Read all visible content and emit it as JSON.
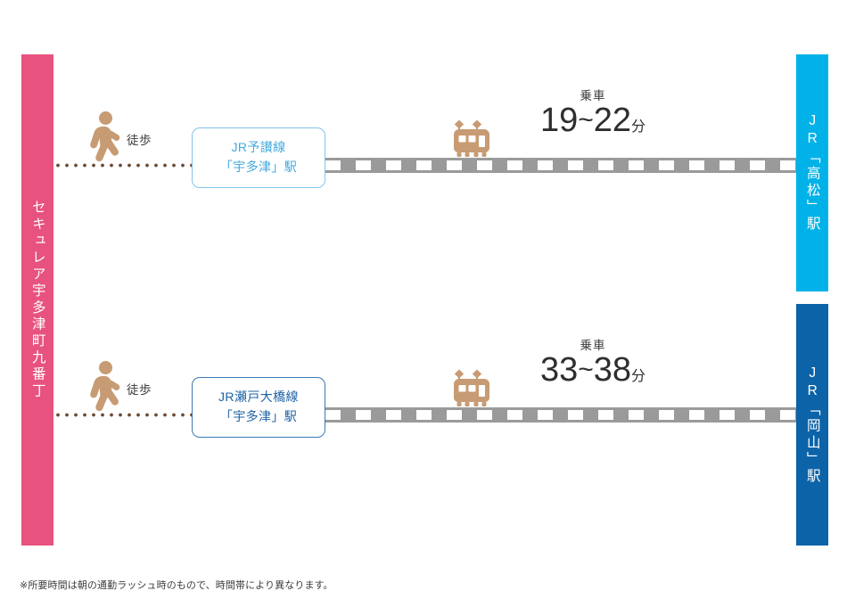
{
  "origin": {
    "label": "セキュレア宇多津町九番丁",
    "color": "#e8527e"
  },
  "destinations": [
    {
      "label": "JR「高松」駅",
      "color": "#00b2e8",
      "name": "takamatsu"
    },
    {
      "label": "JR「岡山」駅",
      "color": "#0c63a8",
      "name": "okayama"
    }
  ],
  "routes": [
    {
      "walk_label": "徒歩",
      "walk_icon": "walking-person-icon",
      "station_line": "JR予讃線",
      "station_name": "「宇多津」駅",
      "station_theme": "light",
      "train_icon": "tram-front-icon",
      "ride_caption": "乗車",
      "ride_from": "19",
      "ride_tilde": "~",
      "ride_to": "22",
      "ride_unit": "分",
      "destination": "JR「高松」駅"
    },
    {
      "walk_label": "徒歩",
      "walk_icon": "walking-person-icon",
      "station_line": "JR瀬戸大橋線",
      "station_name": "「宇多津」駅",
      "station_theme": "dark",
      "train_icon": "tram-front-icon",
      "ride_caption": "乗車",
      "ride_from": "33",
      "ride_tilde": "~",
      "ride_to": "38",
      "ride_unit": "分",
      "destination": "JR「岡山」駅"
    }
  ],
  "footnote": "※所要時間は朝の通勤ラッシュ時のもので、時間帯により異なります。",
  "palette": {
    "origin_pink": "#e8527e",
    "takamatsu_cyan": "#00b2e8",
    "okayama_blue": "#0c63a8",
    "icon_tan": "#c79b73",
    "track_gray": "#9a9a9a",
    "light_box_border": "#7fc6e8",
    "dark_box_border": "#3a79b5"
  }
}
